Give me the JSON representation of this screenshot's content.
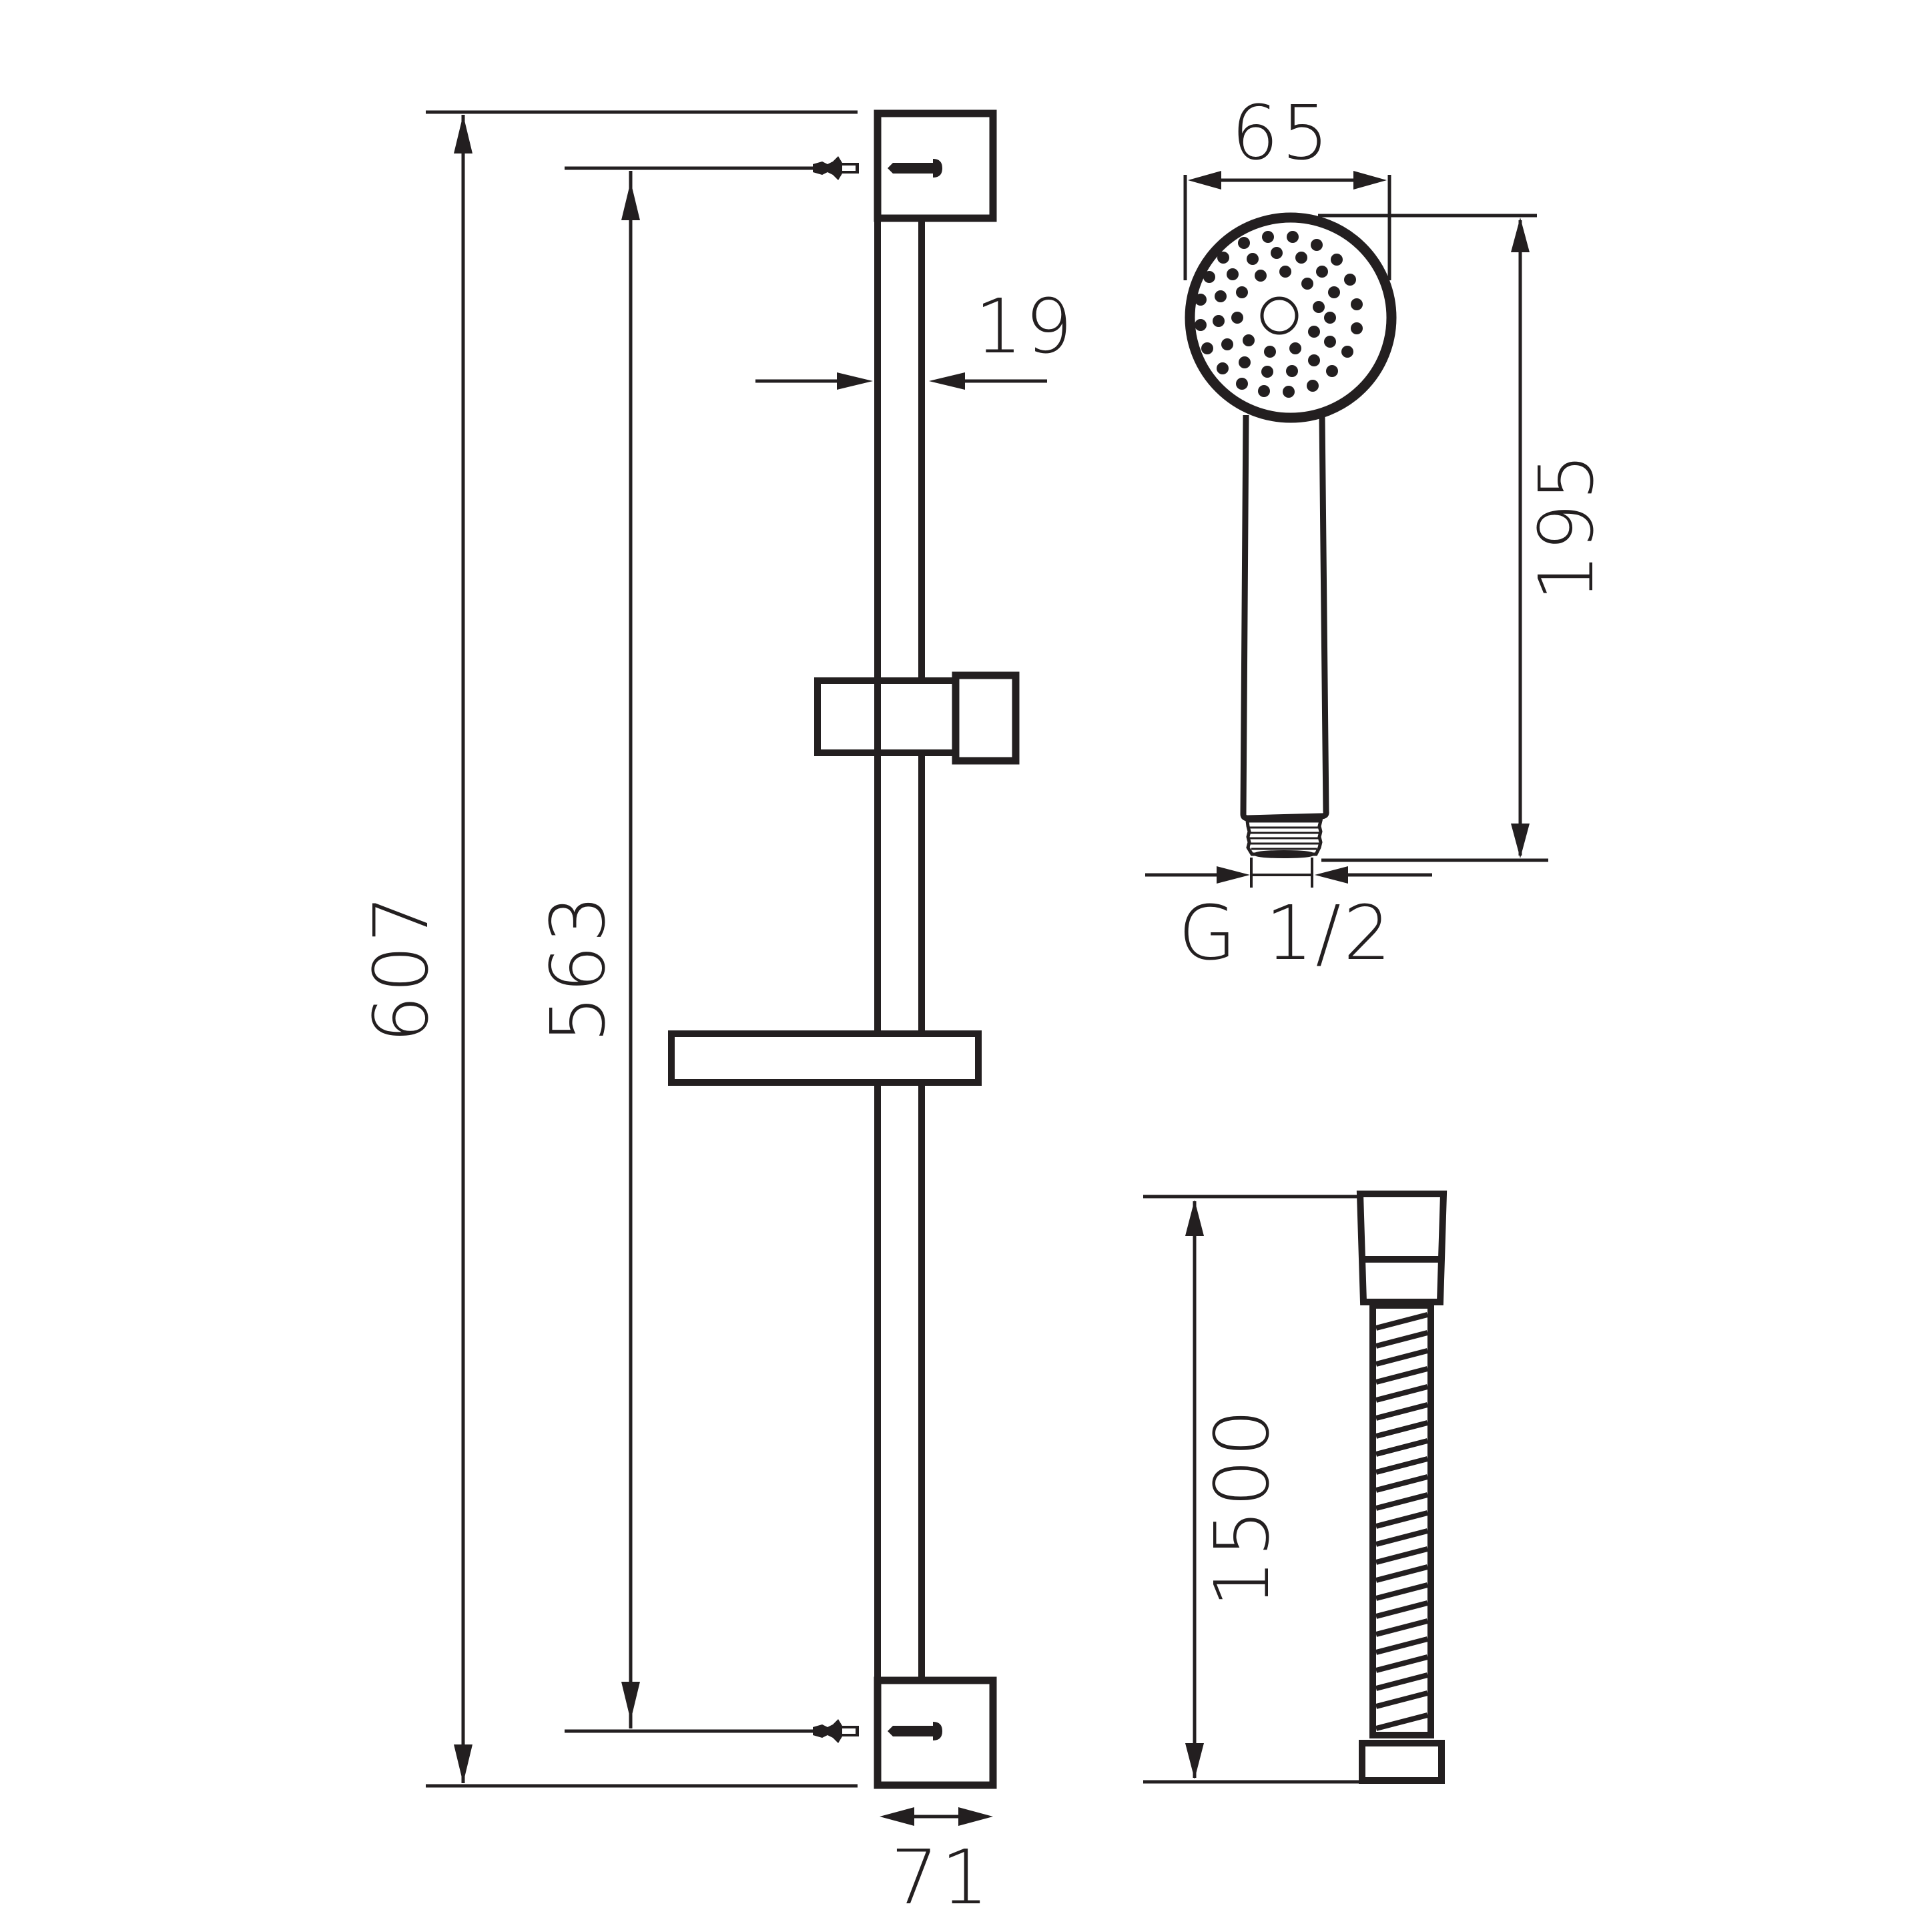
{
  "drawing": {
    "title": "Shower set technical drawing",
    "line_color": "#231f20",
    "background": "#ffffff",
    "units": "mm"
  },
  "dimensions": {
    "rail_overall_length": {
      "label": "607",
      "value": 607
    },
    "bracket_spacing": {
      "label": "563",
      "value": 563
    },
    "rail_diameter": {
      "label": "19",
      "value": 19
    },
    "bracket_width": {
      "label": "71",
      "value": 71
    },
    "shower_head_diameter": {
      "label": "65",
      "value": 65
    },
    "hand_shower_length": {
      "label": "195",
      "value": 195
    },
    "connection_thread": {
      "label": "G 1/2",
      "value": "G 1/2"
    },
    "hose_length": {
      "label": "1500",
      "value": 1500
    }
  },
  "components": [
    {
      "name": "Slide rail with wall brackets",
      "parts": [
        "top wall bracket",
        "bottom wall bracket",
        "rail",
        "sliding holder",
        "soap dish",
        "wall plugs",
        "screws"
      ]
    },
    {
      "name": "Hand shower",
      "parts": [
        "spray face with nozzles",
        "handle",
        "G 1/2 thread"
      ]
    },
    {
      "name": "Shower hose",
      "parts": [
        "conical nut",
        "spiral hose",
        "hex nut"
      ]
    }
  ]
}
